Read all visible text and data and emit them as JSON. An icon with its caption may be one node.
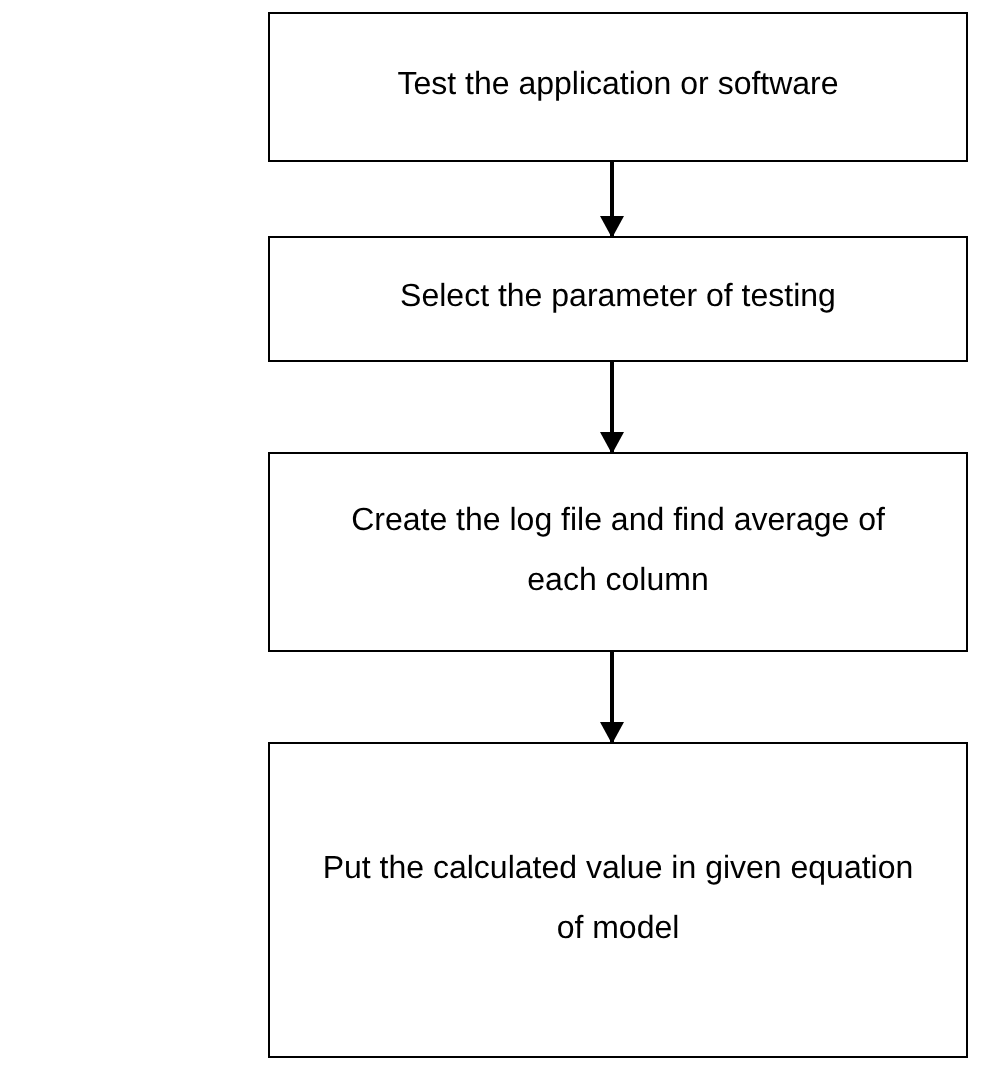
{
  "diagram": {
    "nodes": [
      {
        "text": [
          "Test the application or software"
        ]
      },
      {
        "text": [
          "Select the parameter of testing"
        ]
      },
      {
        "text": [
          "Create the log file and find average of each column"
        ]
      },
      {
        "text": [
          "Put the calculated value in given equation of model"
        ]
      }
    ],
    "edges": [
      {
        "from": 0,
        "to": 1,
        "arrow": "to"
      },
      {
        "from": 1,
        "to": 2,
        "arrow": "to"
      },
      {
        "from": 2,
        "to": 3,
        "arrow": "to"
      }
    ]
  }
}
